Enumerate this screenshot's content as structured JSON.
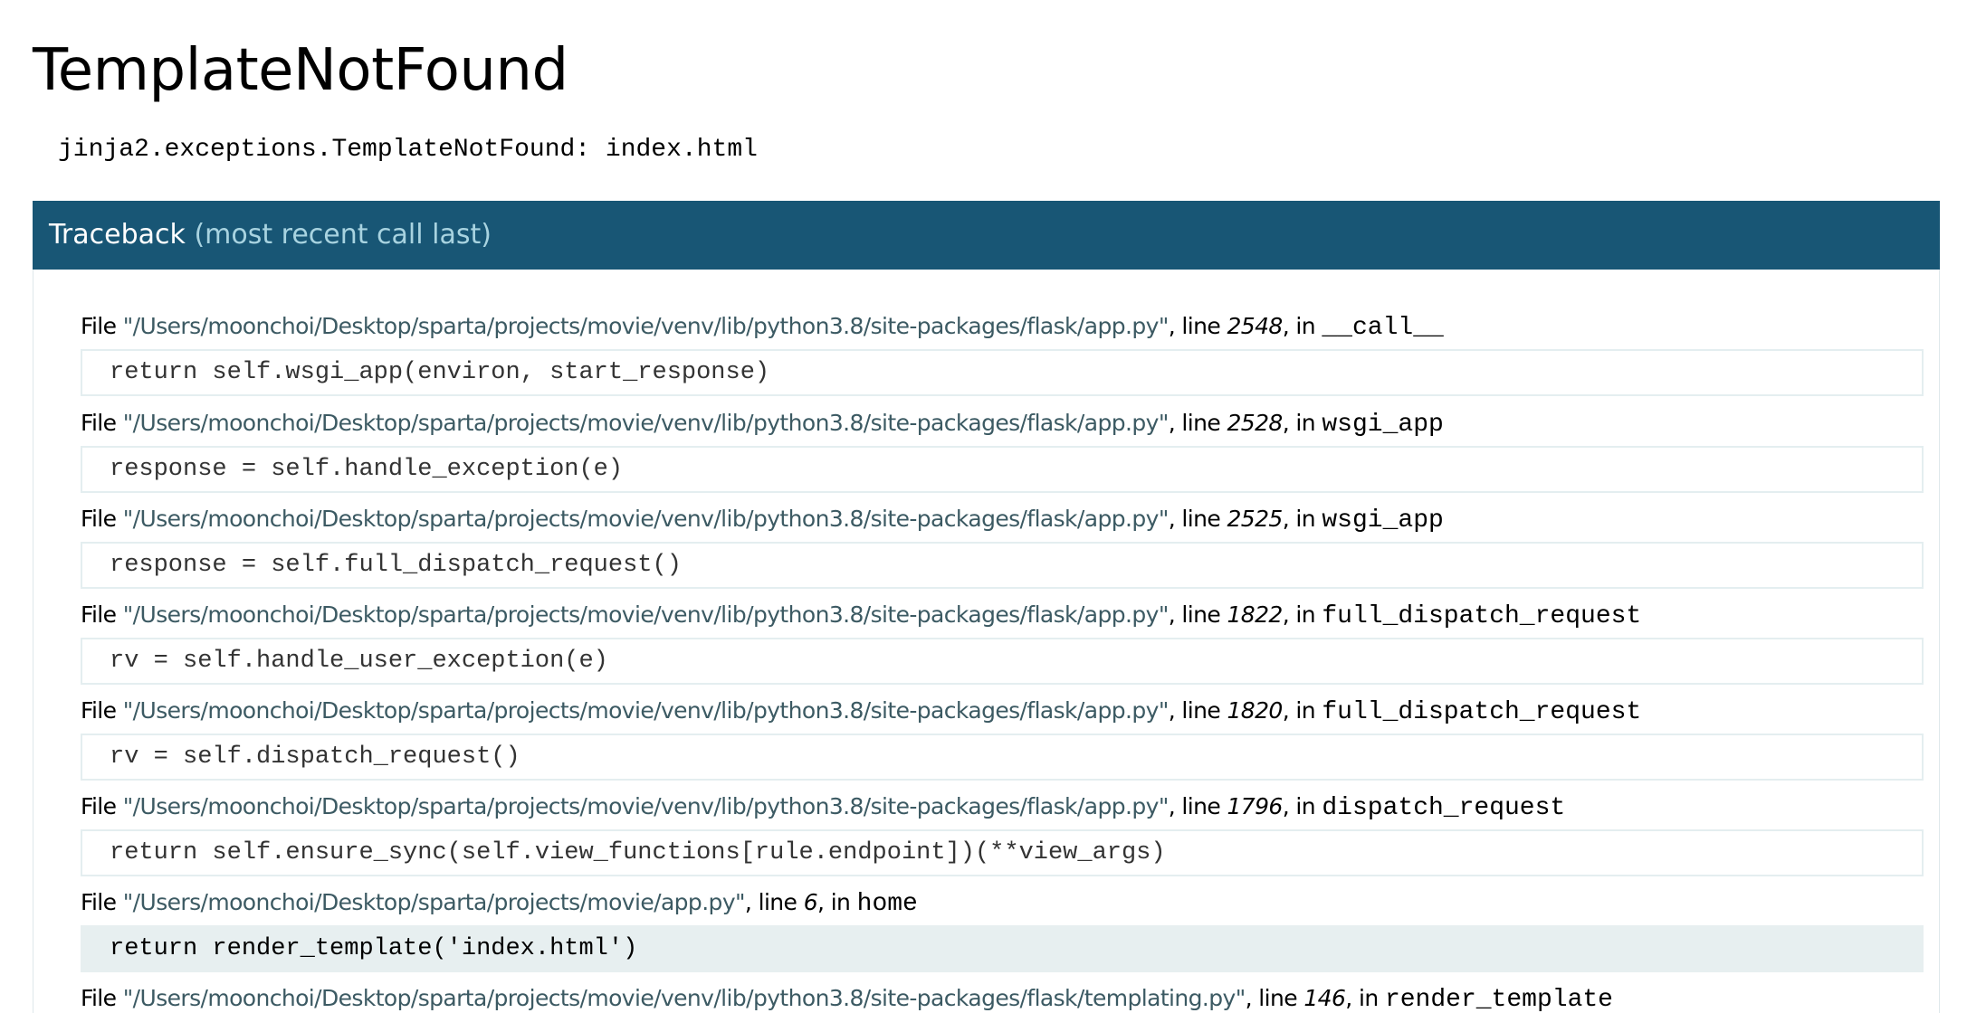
{
  "page": {
    "title": "TemplateNotFound",
    "error_message": "jinja2.exceptions.TemplateNotFound: index.html"
  },
  "traceback": {
    "header_label": "Traceback",
    "header_sub": "(most recent call last)",
    "frames": [
      {
        "file_prefix": "File ",
        "filename": "\"/Users/moonchoi/Desktop/sparta/projects/movie/venv/lib/python3.8/site-packages/flask/app.py\"",
        "line_prefix": ", line ",
        "lineno": "2548",
        "in_prefix": ", in ",
        "function": "__call__",
        "code": "return self.wsgi_app(environ, start_response)"
      },
      {
        "file_prefix": "File ",
        "filename": "\"/Users/moonchoi/Desktop/sparta/projects/movie/venv/lib/python3.8/site-packages/flask/app.py\"",
        "line_prefix": ", line ",
        "lineno": "2528",
        "in_prefix": ", in ",
        "function": "wsgi_app",
        "code": "response = self.handle_exception(e)"
      },
      {
        "file_prefix": "File ",
        "filename": "\"/Users/moonchoi/Desktop/sparta/projects/movie/venv/lib/python3.8/site-packages/flask/app.py\"",
        "line_prefix": ", line ",
        "lineno": "2525",
        "in_prefix": ", in ",
        "function": "wsgi_app",
        "code": "response = self.full_dispatch_request()"
      },
      {
        "file_prefix": "File ",
        "filename": "\"/Users/moonchoi/Desktop/sparta/projects/movie/venv/lib/python3.8/site-packages/flask/app.py\"",
        "line_prefix": ", line ",
        "lineno": "1822",
        "in_prefix": ", in ",
        "function": "full_dispatch_request",
        "code": "rv = self.handle_user_exception(e)"
      },
      {
        "file_prefix": "File ",
        "filename": "\"/Users/moonchoi/Desktop/sparta/projects/movie/venv/lib/python3.8/site-packages/flask/app.py\"",
        "line_prefix": ", line ",
        "lineno": "1820",
        "in_prefix": ", in ",
        "function": "full_dispatch_request",
        "code": "rv = self.dispatch_request()"
      },
      {
        "file_prefix": "File ",
        "filename": "\"/Users/moonchoi/Desktop/sparta/projects/movie/venv/lib/python3.8/site-packages/flask/app.py\"",
        "line_prefix": ", line ",
        "lineno": "1796",
        "in_prefix": ", in ",
        "function": "dispatch_request",
        "code": "return self.ensure_sync(self.view_functions[rule.endpoint])(**view_args)"
      },
      {
        "file_prefix": "File ",
        "filename": "\"/Users/moonchoi/Desktop/sparta/projects/movie/app.py\"",
        "line_prefix": ", line ",
        "lineno": "6",
        "in_prefix": ", in ",
        "function": "home",
        "code": "return render_template('index.html')"
      },
      {
        "file_prefix": "File ",
        "filename": "\"/Users/moonchoi/Desktop/sparta/projects/movie/venv/lib/python3.8/site-packages/flask/templating.py\"",
        "line_prefix": ", line ",
        "lineno": "146",
        "in_prefix": ", in ",
        "function": "render_template",
        "code": ""
      }
    ]
  },
  "colors": {
    "header_bg": "#185675",
    "header_sub_text": "#a8d3e0",
    "filename_text": "#3c5a63",
    "code_border": "#e4eef0",
    "current_frame_bg": "#e7eff0"
  }
}
